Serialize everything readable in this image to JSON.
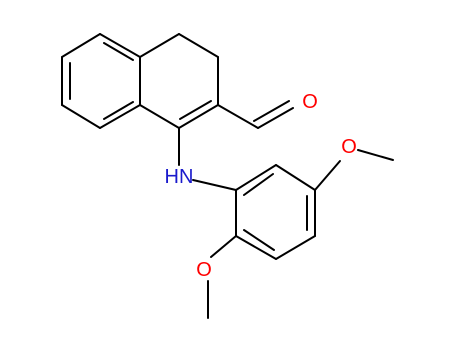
{
  "molecule": {
    "labels": {
      "aldehyde_oxygen": "O",
      "amine": "HN",
      "methoxy_oxygen_5": "O",
      "methoxy_oxygen_2": "O"
    },
    "colors": {
      "bond": "#000000",
      "oxygen": "#ff0000",
      "nitrogen": "#1a1acc",
      "background": "#ffffff"
    }
  }
}
